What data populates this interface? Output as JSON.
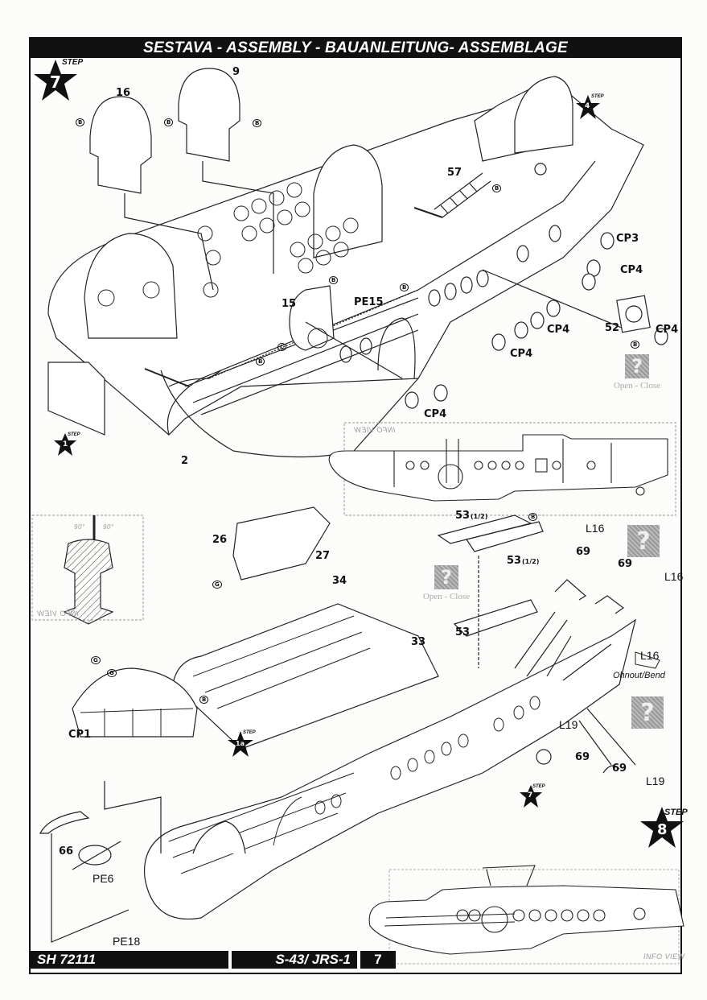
{
  "header": {
    "title": "SESTAVA -  ASSEMBLY - BAUANLEITUNG- ASSEMBLAGE"
  },
  "footer": {
    "kit_code": "SH 72111",
    "model": "S-43/ JRS-1",
    "page_number": "7"
  },
  "steps": {
    "main_step_7": {
      "word": "STEP",
      "number": "7"
    },
    "main_step_8": {
      "word": "STEP",
      "number": "8"
    },
    "ref_step_4": {
      "word": "STEP",
      "number": "4"
    },
    "ref_step_1": {
      "word": "STEP",
      "number": "1"
    },
    "ref_step_1a": {
      "word": "STEP",
      "number": "1a"
    },
    "ref_step_7": {
      "word": "STEP",
      "number": "7"
    }
  },
  "part_labels": {
    "p16": "16",
    "p9": "9",
    "p57": "57",
    "p15": "15",
    "pe15": "PE15",
    "cp3": "CP3",
    "cp4_a": "CP4",
    "cp4_b": "CP4",
    "cp4_c": "CP4",
    "cp4_d": "CP4",
    "cp4_e": "CP4",
    "p52": "52",
    "p2": "2",
    "p53_half_a": "53",
    "p53_half_b": "53",
    "half": "(1/2)",
    "p53": "53",
    "p26": "26",
    "p27": "27",
    "p34": "34",
    "p33": "33",
    "cp1": "CP1",
    "p66": "66",
    "pe6": "PE6",
    "pe18": "PE18",
    "l16_a": "L16",
    "l16_b": "L16",
    "l16_c": "L16",
    "l19_a": "L19",
    "l19_b": "L19",
    "p69_a": "69",
    "p69_b": "69",
    "p69_c": "69",
    "p69_d": "69"
  },
  "glue_markers": {
    "b": "B",
    "c": "C",
    "g": "G"
  },
  "annotations": {
    "open_close": "Open - Close",
    "bend": "Ohnout/Bend",
    "info_view": "INFO VIEW",
    "angle_a": "90°",
    "angle_b": "90°"
  }
}
